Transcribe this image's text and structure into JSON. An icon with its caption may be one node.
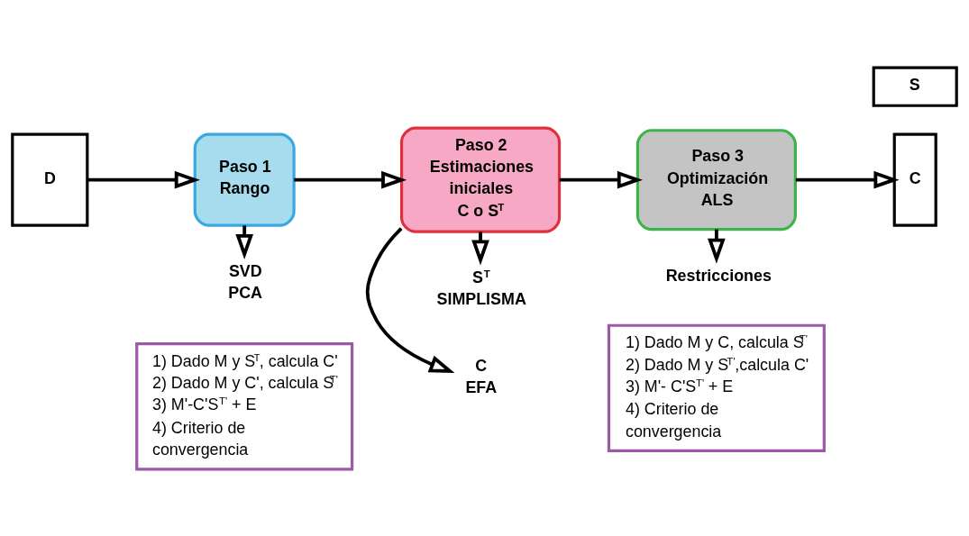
{
  "diagram": {
    "nodes": [
      {
        "text": [
          "D"
        ]
      },
      {
        "text": [
          "Paso 1",
          "Rango"
        ]
      },
      {
        "text": [
          "Paso 2",
          "Estimaciones iniciales C o S$^{T}$"
        ]
      },
      {
        "text": [
          "Paso 3",
          "Optimización ALS"
        ]
      },
      {
        "text": [
          "C"
        ]
      },
      {
        "text": [
          "S"
        ]
      },
      {
        "text": [
          "SVD PCA"
        ]
      },
      {
        "text": [
          "C EFA"
        ]
      },
      {
        "text": [
          "S$^{T}$ SIMPLISMA"
        ]
      },
      {
        "text": [
          "Restricciones"
        ]
      },
      {
        "text": [
          "1) Dado M y S$^{T}$, calcula C'",
          "2) Dado M y C', calcula S$^{T'}$",
          "3) M'-C'S$^{T'}$ + E",
          "4) Criterio de convergencia"
        ]
      },
      {
        "text": [
          "1) Dado M y C, calcula S$^{T'}$",
          "2) Dado M y S$^{T'}$,calcula C'",
          "3) M'- C'S$^{T'}$ + E",
          "4) Criterio de convergencia"
        ]
      }
    ],
    "edges": [
      {
        "from": 0,
        "to": 1,
        "arrow": "to"
      },
      {
        "from": 1,
        "to": 2,
        "arrow": "to"
      },
      {
        "from": 2,
        "to": 3,
        "arrow": "to"
      },
      {
        "from": 3,
        "to": 4,
        "arrow": "to"
      },
      {
        "from": 1,
        "to": 6,
        "arrow": "to"
      },
      {
        "from": 2,
        "to": 7,
        "arrow": "to"
      },
      {
        "from": 2,
        "to": 8,
        "arrow": "to"
      },
      {
        "from": 3,
        "to": 9,
        "arrow": "to"
      }
    ]
  }
}
